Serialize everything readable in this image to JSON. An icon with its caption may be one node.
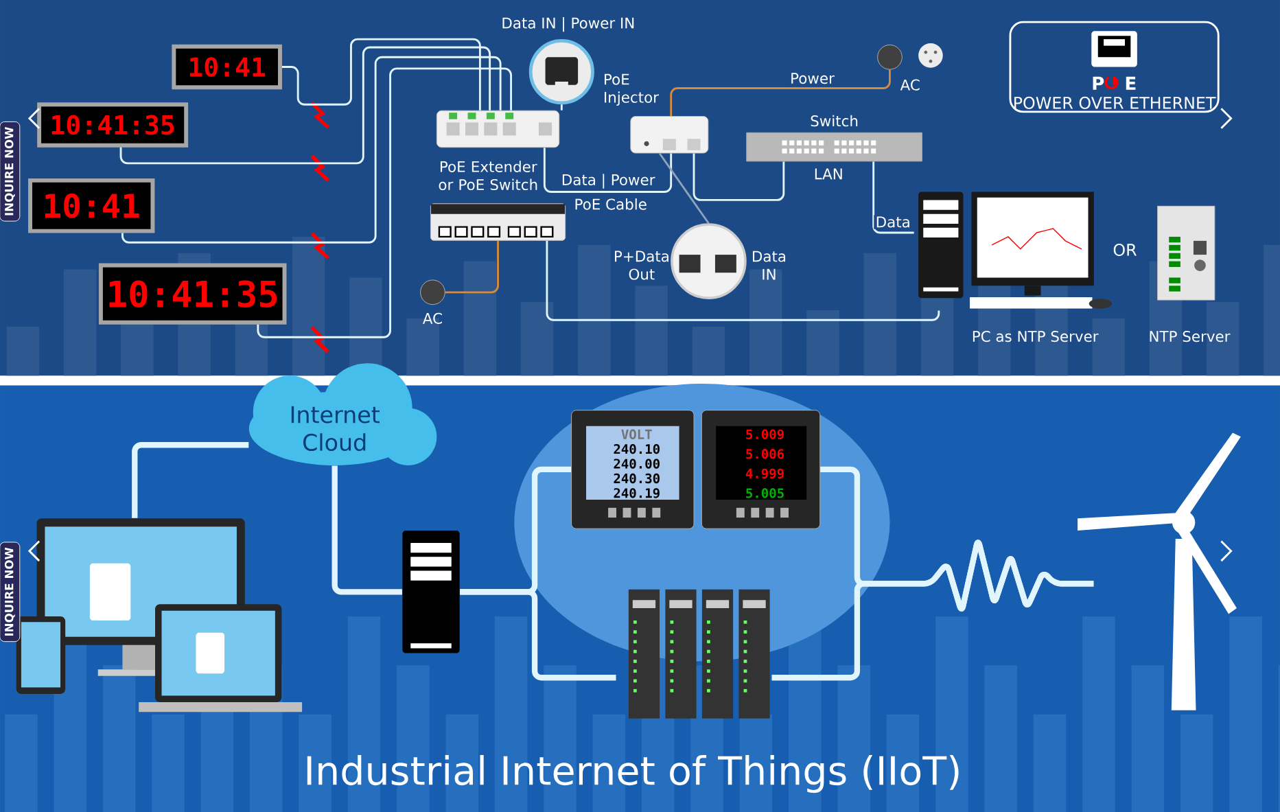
{
  "diagram": {
    "title": "Industrial Internet of Things (IIoT)",
    "nodes": [
      {
        "text": [
          "10:41"
        ]
      },
      {
        "text": [
          "10:41:35"
        ]
      },
      {
        "text": [
          "10:41"
        ]
      },
      {
        "text": [
          "10:41:35"
        ]
      },
      {
        "text": [
          "PoE Extender or PoE Switch"
        ]
      },
      {
        "text": [],
        "shape": "box"
      },
      {
        "text": [
          "Data IN | Power IN"
        ]
      },
      {
        "text": [
          "PoE Injector"
        ]
      },
      {
        "text": [
          "AC"
        ]
      },
      {
        "text": [
          "Switch",
          "LAN"
        ]
      },
      {
        "text": [
          "PC as NTP Server"
        ]
      },
      {
        "text": [
          "NTP Server"
        ]
      },
      {
        "text": [
          "P+Data Out",
          "Data IN"
        ]
      },
      {
        "text": [
          "AC"
        ]
      },
      {
        "text": [
          "P",
          "E",
          "POWER OVER ETHERNET"
        ]
      },
      {
        "text": [
          "Internet Cloud"
        ]
      },
      {
        "text": [],
        "shape": "picture"
      },
      {
        "text": [],
        "shape": "box"
      },
      {
        "text": [
          "VOLT",
          "240.10",
          "240.00",
          "240.30",
          "240.19"
        ]
      },
      {
        "text": [
          "5.009",
          "5.006",
          "4.999",
          "5.005"
        ]
      },
      {
        "text": [],
        "shape": "picture"
      },
      {
        "text": [],
        "shape": "picture"
      }
    ],
    "edges": [
      {
        "from": 0,
        "to": 4,
        "arrow": "none"
      },
      {
        "from": 1,
        "to": 4,
        "arrow": "none"
      },
      {
        "from": 2,
        "to": 4,
        "arrow": "none"
      },
      {
        "from": 3,
        "to": 4,
        "arrow": "none"
      },
      {
        "from": 6,
        "to": 4,
        "arrow": "none"
      },
      {
        "from": 4,
        "to": 7,
        "arrow": "none",
        "label": "Data | Power"
      },
      {
        "from": 8,
        "to": 7,
        "arrow": "none",
        "label": "Power",
        "color": "#d98a3a"
      },
      {
        "from": 7,
        "to": 9,
        "arrow": "none"
      },
      {
        "from": 9,
        "to": 10,
        "arrow": "none",
        "label": "Data"
      },
      {
        "from": 5,
        "to": 10,
        "arrow": "none"
      },
      {
        "from": 13,
        "to": 5,
        "arrow": "none",
        "color": "#d98a3a"
      },
      {
        "from": 7,
        "to": 12,
        "arrow": "none",
        "color": "#8fa3bd"
      },
      {
        "from": 16,
        "to": 15,
        "arrow": "none",
        "style": "thick"
      },
      {
        "from": 15,
        "to": 17,
        "arrow": "none",
        "style": "thick"
      },
      {
        "from": 17,
        "to": 18,
        "arrow": "none",
        "style": "thick"
      },
      {
        "from": 17,
        "to": 20,
        "arrow": "none",
        "style": "thick"
      },
      {
        "from": 19,
        "to": 21,
        "arrow": "none",
        "style": "thick"
      },
      {
        "from": 20,
        "to": 21,
        "arrow": "none",
        "style": "thick"
      }
    ],
    "labels": [
      "PoE Cable",
      "OR",
      "INQUIRE NOW",
      "INQUIRE NOW"
    ]
  }
}
